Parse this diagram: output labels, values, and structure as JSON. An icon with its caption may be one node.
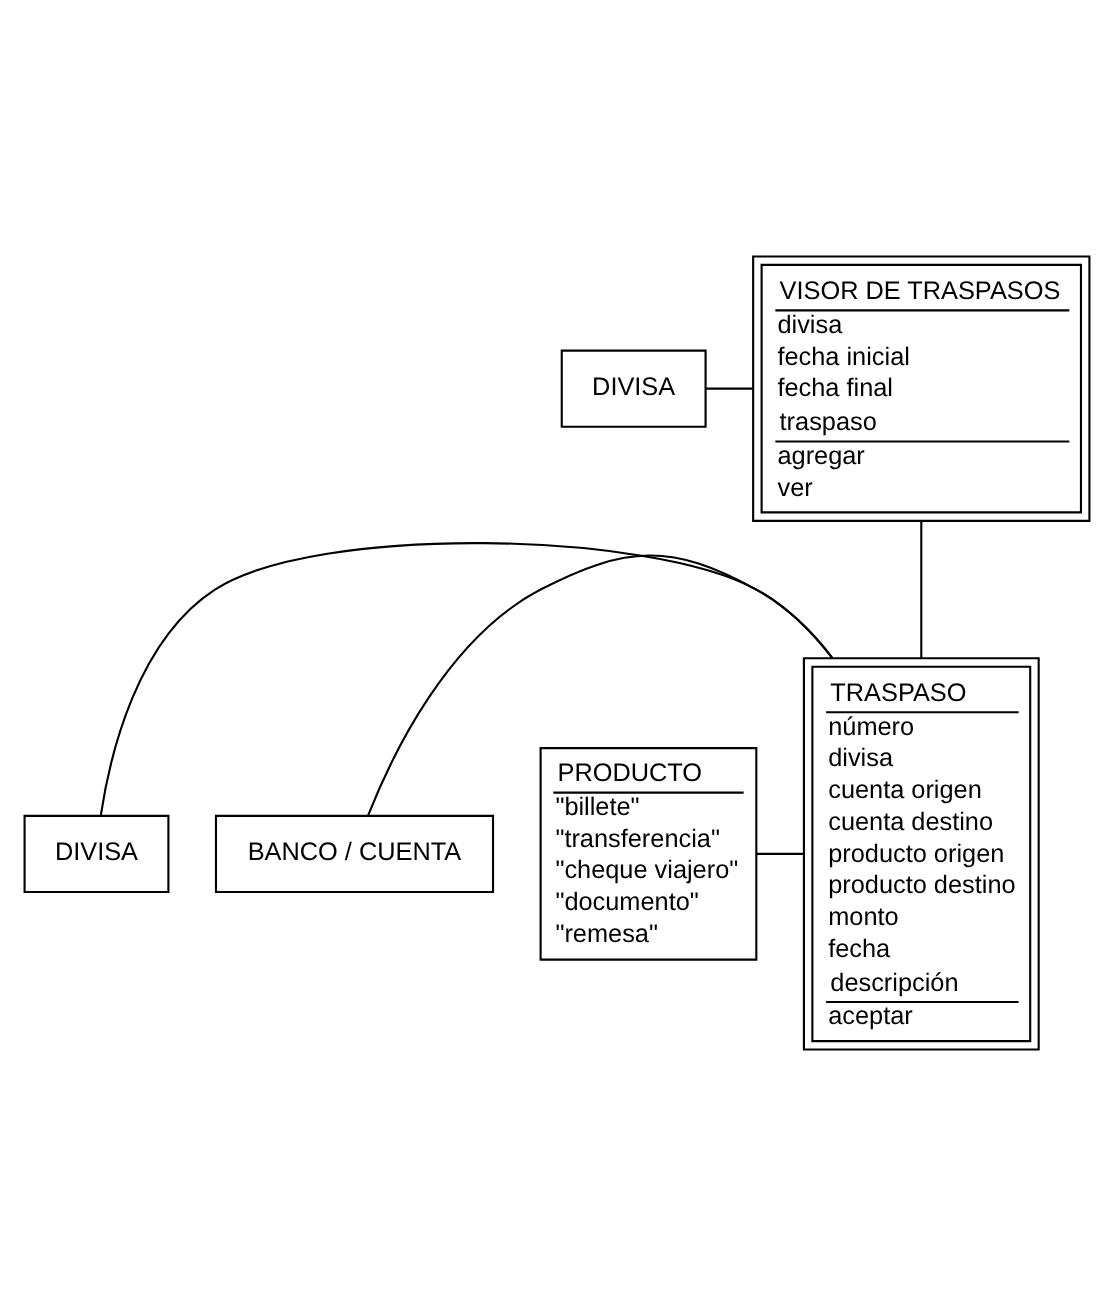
{
  "diagram": {
    "nodes": [
      {
        "text": [
          "VISOR DE TRASPASOS",
          "divisa",
          "fecha inicial",
          "fecha final",
          "traspaso",
          "agregar",
          "ver"
        ]
      },
      {
        "text": [
          "DIVISA"
        ]
      },
      {
        "text": [
          "TRASPASO",
          "número",
          "divisa",
          "cuenta origen",
          "cuenta destino",
          "producto origen",
          "producto destino",
          "monto",
          "fecha",
          "descripción",
          "aceptar"
        ]
      },
      {
        "text": [
          "DIVISA"
        ]
      },
      {
        "text": [
          "BANCO / CUENTA"
        ]
      },
      {
        "text": [
          "PRODUCTO",
          "\"billete\"",
          "\"transferencia\"",
          "\"cheque viajero\"",
          "\"documento\"",
          "\"remesa\""
        ]
      }
    ],
    "edges": [
      {
        "from": 1,
        "to": 0,
        "arrow": "none"
      },
      {
        "from": 0,
        "to": 2,
        "arrow": "none"
      },
      {
        "from": 3,
        "to": 2,
        "arrow": "none"
      },
      {
        "from": 4,
        "to": 2,
        "arrow": "none"
      },
      {
        "from": 5,
        "to": 2,
        "arrow": "none"
      }
    ]
  }
}
